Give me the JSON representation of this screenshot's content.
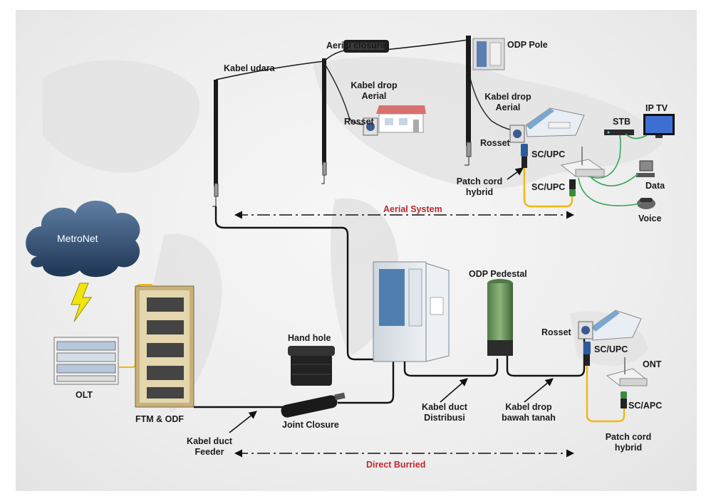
{
  "labels": {
    "kabel_udara": "Kabel udara",
    "aerial_closure": "Aerial closure",
    "odp_pole": "ODP Pole",
    "kabel_drop_aerial_1": "Kabel drop",
    "kabel_drop_aerial_1b": "Aerial",
    "rosset_1": "Rosset",
    "kabel_drop_aerial_2": "Kabel drop",
    "kabel_drop_aerial_2b": "Aerial",
    "rosset_2": "Rosset",
    "stb": "STB",
    "ip_tv": "IP TV",
    "sc_upc_1": "SC/UPC",
    "sc_upc_2": "SC/UPC",
    "patch_cord_hybrid_1": "Patch cord",
    "patch_cord_hybrid_1b": "hybrid",
    "data": "Data",
    "voice": "Voice",
    "aerial_system": "Aerial System",
    "metronet": "MetroNet",
    "olt": "OLT",
    "ftm_odf": "FTM & ODF",
    "hand_hole": "Hand hole",
    "joint_closure": "Joint Closure",
    "odp_pedestal": "ODP Pedestal",
    "rosset_3": "Rosset",
    "sc_upc_3": "SC/UPC",
    "ont": "ONT",
    "sc_apc": "SC/APC",
    "kabel_duct_distribusi": "Kabel duct",
    "kabel_duct_distribusi_b": "Distribusi",
    "kabel_drop_bawah": "Kabel drop",
    "kabel_drop_bawah_b": "bawah tanah",
    "kabel_duct_feeder": "Kabel duct",
    "kabel_duct_feeder_b": "Feeder",
    "patch_cord_hybrid_2": "Patch cord",
    "patch_cord_hybrid_2b": "hybrid",
    "direct_burried": "Direct Burried"
  }
}
